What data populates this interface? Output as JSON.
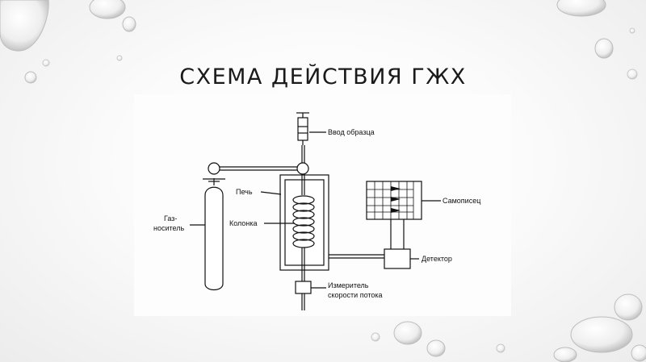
{
  "slide": {
    "title": "СХЕМА ДЕЙСТВИЯ ГЖХ"
  },
  "diagram": {
    "labels": {
      "sample_input": "Ввод образца",
      "oven": "Печь",
      "column": "Колонка",
      "carrier_gas_line1": "Газ-",
      "carrier_gas_line2": "носитель",
      "recorder": "Самописец",
      "detector": "Детектор",
      "flow_meter_line1": "Измеритель",
      "flow_meter_line2": "скорости потока"
    }
  },
  "colors": {
    "background": "#f7f7f7",
    "ink": "#111111",
    "title": "#1a1a1a"
  }
}
